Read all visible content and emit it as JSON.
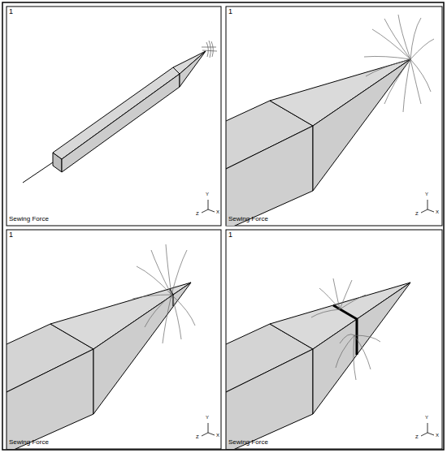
{
  "diagram": {
    "labels": [
      "1",
      "Sewing Force",
      "Y",
      "Z",
      "X",
      "1",
      "Sewing Force",
      "Y",
      "Z",
      "X",
      "1",
      "Sewing Force",
      "Y",
      "Z",
      "X",
      "1",
      "Sewing Force",
      "Y",
      "Z",
      "X"
    ]
  }
}
